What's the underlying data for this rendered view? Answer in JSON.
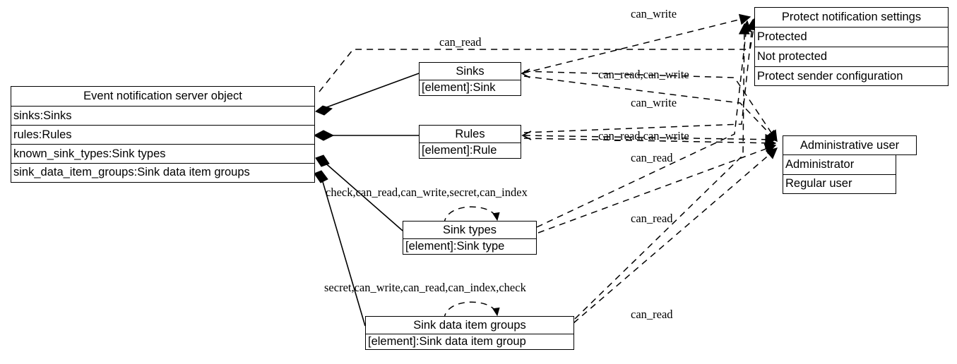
{
  "diagram": {
    "type": "uml-class-diagram",
    "background": "#ffffff",
    "line_color": "#000000",
    "classes": [
      {
        "id": "server",
        "title": "Event notification server object",
        "rows": [
          "sinks:Sinks",
          "rules:Rules",
          "known_sink_types:Sink types",
          "sink_data_item_groups:Sink data item groups"
        ]
      },
      {
        "id": "sinks",
        "title": "Sinks",
        "rows": [
          "[element]:Sink"
        ]
      },
      {
        "id": "rules",
        "title": "Rules",
        "rows": [
          "[element]:Rule"
        ]
      },
      {
        "id": "sink_types",
        "title": "Sink types",
        "rows": [
          "[element]:Sink type"
        ]
      },
      {
        "id": "sink_data_item_groups",
        "title": "Sink data item groups",
        "rows": [
          "[element]:Sink data item group"
        ]
      },
      {
        "id": "protect",
        "title": "Protect notification settings",
        "rows": [
          "Protected",
          "Not protected",
          "Protect sender configuration"
        ]
      },
      {
        "id": "admin_user",
        "title": "Administrative user",
        "rows": [
          "Administrator",
          "Regular user"
        ]
      }
    ],
    "edge_labels": [
      {
        "id": "l-can-write-top",
        "text": "can_write"
      },
      {
        "id": "l-can-read-top",
        "text": "can_read"
      },
      {
        "id": "l-can-read-can-write-sinks",
        "text": "can_read,can_write"
      },
      {
        "id": "l-can-write-mid",
        "text": "can_write"
      },
      {
        "id": "l-can-read-can-write-rules",
        "text": "can_read,can_write"
      },
      {
        "id": "l-can-read-rules",
        "text": "can_read"
      },
      {
        "id": "l-sink-types-perms",
        "text": "check,can_read,can_write,secret,can_index"
      },
      {
        "id": "l-can-read-sinktypes",
        "text": "can_read"
      },
      {
        "id": "l-sdig-perms",
        "text": "secret,can_write,can_read,can_index,check"
      },
      {
        "id": "l-can-read-sdig",
        "text": "can_read"
      }
    ]
  }
}
